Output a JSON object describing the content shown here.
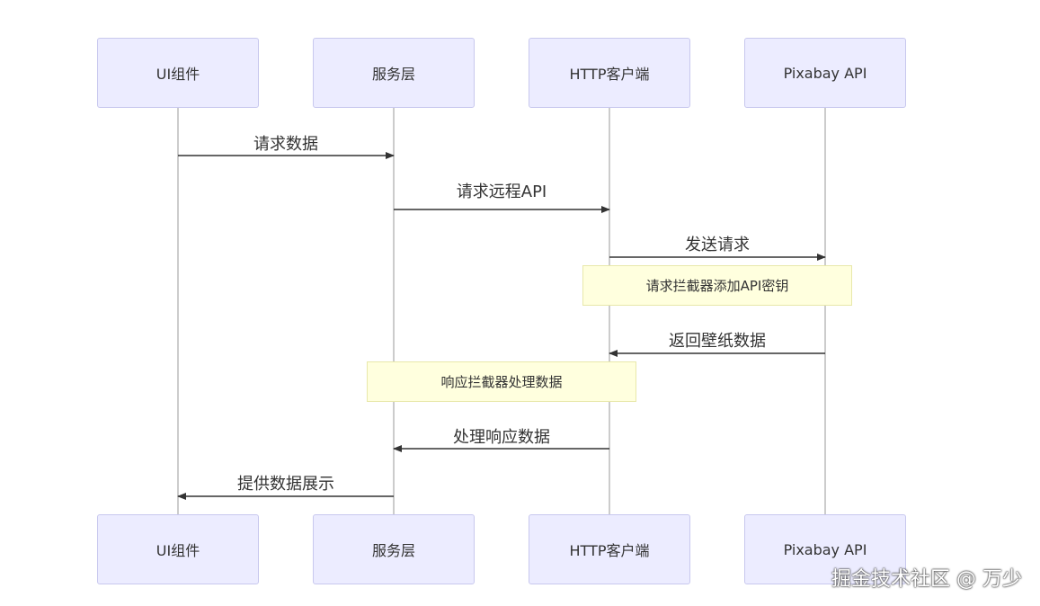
{
  "participants": [
    {
      "id": "ui",
      "label": "UI组件"
    },
    {
      "id": "service",
      "label": "服务层"
    },
    {
      "id": "http",
      "label": "HTTP客户端"
    },
    {
      "id": "api",
      "label": "Pixabay API"
    }
  ],
  "messages": [
    {
      "from": "ui",
      "to": "service",
      "label": "请求数据"
    },
    {
      "from": "service",
      "to": "http",
      "label": "请求远程API"
    },
    {
      "from": "http",
      "to": "api",
      "label": "发送请求"
    },
    {
      "from": "api",
      "to": "http",
      "label": "返回壁纸数据"
    },
    {
      "from": "http",
      "to": "service",
      "label": "处理响应数据"
    },
    {
      "from": "service",
      "to": "ui",
      "label": "提供数据展示"
    }
  ],
  "notes": [
    {
      "over": [
        "http",
        "api"
      ],
      "text": "请求拦截器添加API密钥"
    },
    {
      "over": [
        "service",
        "http"
      ],
      "text": "响应拦截器处理数据"
    }
  ],
  "watermark": "掘金技术社区 @ 万少",
  "colors": {
    "actor_fill": "#ececff",
    "actor_border": "#c8c8ee",
    "note_fill": "#ffffde",
    "note_border": "#e8e8aa",
    "line": "#333333",
    "lifeline": "#999999"
  }
}
